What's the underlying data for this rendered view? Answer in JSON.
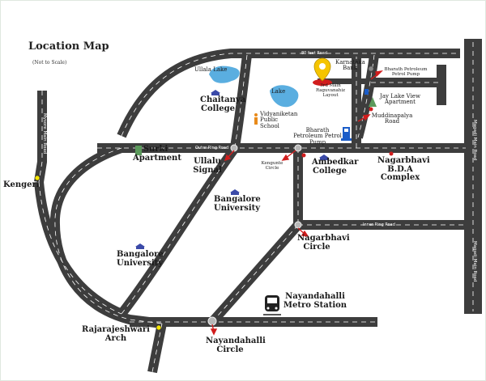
{
  "header": {
    "title": "Location Map",
    "subtitle": "(Not to Scale)"
  },
  "roads": {
    "eighty_feet": "80 feet Road",
    "outer_ring": "Outer Ring Road",
    "inner_ring": "Inner Ring Road",
    "mysore": "Mysore Main Road",
    "magadi_top": "Magadi Main Road",
    "magadi_bottom": "Magadi Main Road"
  },
  "places": {
    "ullala_lake": "Ullala Lake",
    "chaitanya_college": "Chaitanya College",
    "lake": "Lake",
    "vidyaniketan": "Vidyaniketan Public School",
    "bharath_pump_mid": "Bharath Petroleum Petrol Pump",
    "karnataka_bank": "Karnataka Bank",
    "site_label": "3rd Main Raguvanahiz Layout",
    "bharath_pump_top": "Bharath Petroleum Petrol Pump",
    "jay_lake": "Jay Lake View Apartment",
    "muddinapalya": "Muddinapalya Road",
    "surki": "Surki Apartment",
    "ullalu_signal": "Ullalu Signal",
    "kengunte": "Kengunte Circle",
    "ambedkar": "Ambedkar College",
    "nagarbhavi_bda": "Nagarbhavi B.D.A Complex",
    "kengeri": "Kengeri",
    "bangalore_univ_1": "Bangalore University",
    "nagarbhavi_circle": "Nagarbhavi Circle",
    "bangalore_univ_2": "Bangalore University",
    "nayandahalli_metro": "Nayandahalli Metro Station",
    "rajarajeshwari": "Rajarajeshwari Arch",
    "nayandahalli_circle": "Nayandahalli Circle"
  },
  "colors": {
    "road": "#3d3d3d",
    "road_line": "#ffffff",
    "lake": "#5aaee0",
    "pin": "#f5c400",
    "marker": "#d11d1d",
    "pump": "#1a5cc8",
    "building": "#5b9a5b"
  }
}
